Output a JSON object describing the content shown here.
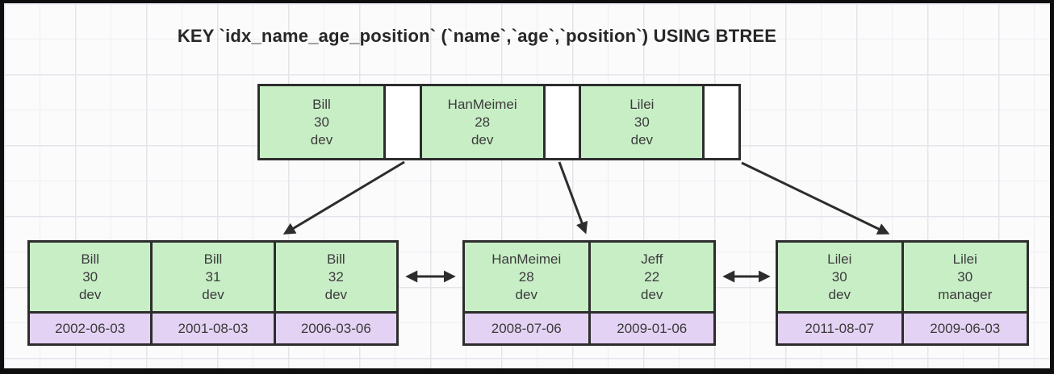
{
  "title": "KEY `idx_name_age_position` (`name`,`age`,`position`) USING BTREE",
  "colors": {
    "cell-green": "#c8eec6",
    "cell-purple": "#e4d2f4",
    "line-dark": "#2d2d2d"
  },
  "root": {
    "entries": [
      {
        "name": "Bill",
        "age": "30",
        "position": "dev"
      },
      {
        "name": "HanMeimei",
        "age": "28",
        "position": "dev"
      },
      {
        "name": "Lilei",
        "age": "30",
        "position": "dev"
      }
    ]
  },
  "leaves": [
    {
      "entries": [
        {
          "name": "Bill",
          "age": "30",
          "position": "dev",
          "date": "2002-06-03"
        },
        {
          "name": "Bill",
          "age": "31",
          "position": "dev",
          "date": "2001-08-03"
        },
        {
          "name": "Bill",
          "age": "32",
          "position": "dev",
          "date": "2006-03-06"
        }
      ]
    },
    {
      "entries": [
        {
          "name": "HanMeimei",
          "age": "28",
          "position": "dev",
          "date": "2008-07-06"
        },
        {
          "name": "Jeff",
          "age": "22",
          "position": "dev",
          "date": "2009-01-06"
        }
      ]
    },
    {
      "entries": [
        {
          "name": "Lilei",
          "age": "30",
          "position": "dev",
          "date": "2011-08-07"
        },
        {
          "name": "Lilei",
          "age": "30",
          "position": "manager",
          "date": "2009-06-03"
        }
      ]
    }
  ]
}
